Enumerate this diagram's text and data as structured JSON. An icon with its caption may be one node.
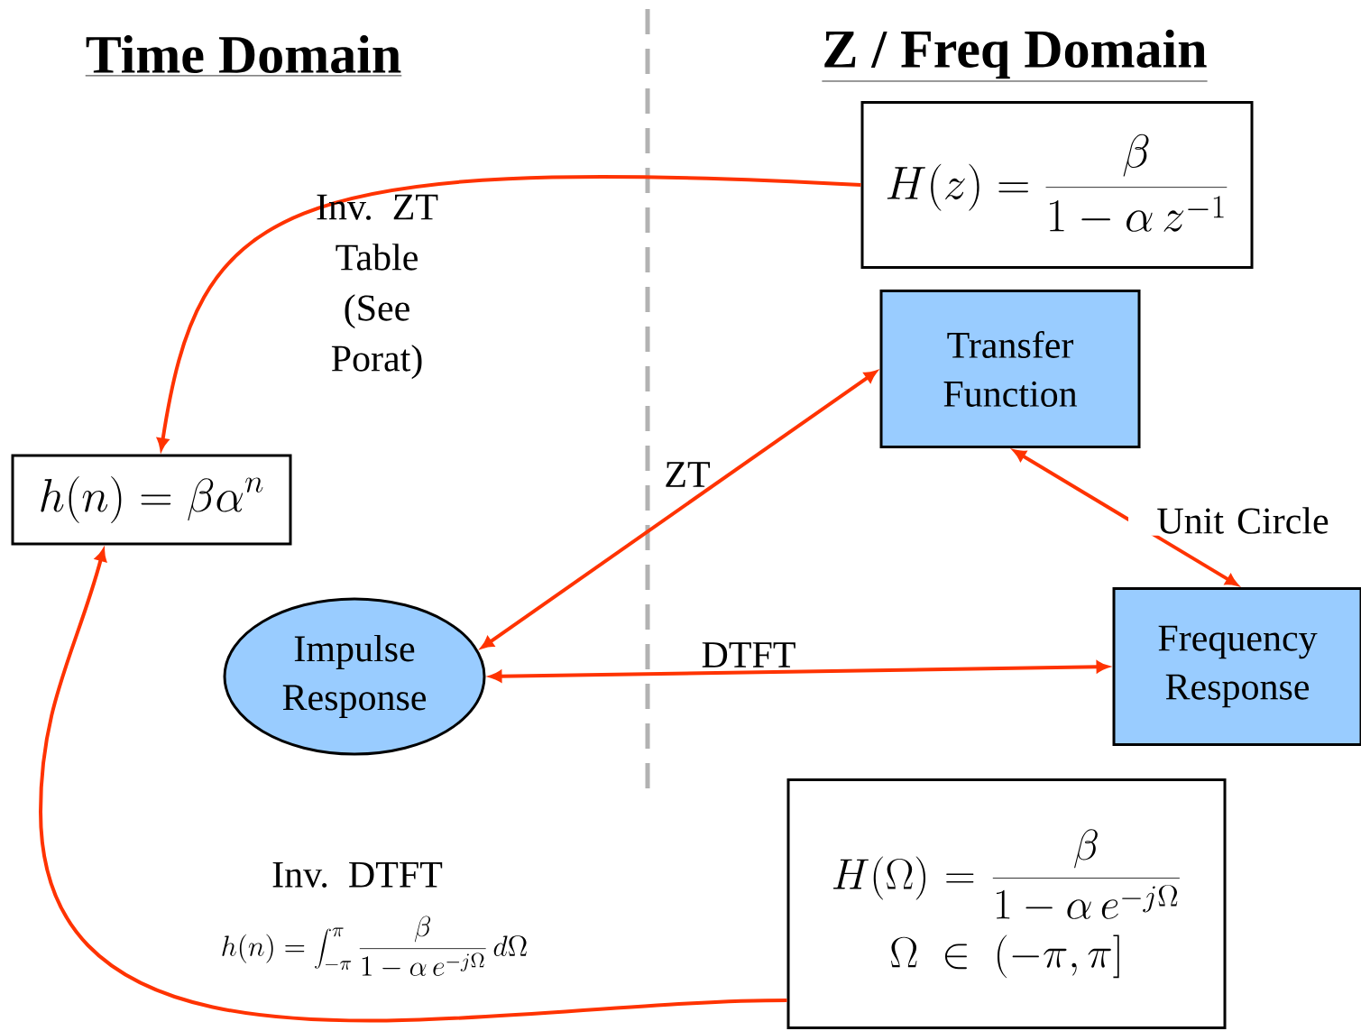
{
  "diagram": {
    "nodes": [
      {
        "text": [
          "H(z) = \\frac{\\beta}{1-\\alpha\\, z^{-1}}"
        ]
      },
      {
        "text": [
          "Transfer Function"
        ]
      },
      {
        "text": [
          "Frequency Response"
        ]
      },
      {
        "text": [
          "Impulse Response"
        ]
      },
      {
        "text": [
          "h(n) = \\beta\\alpha^{n}"
        ]
      },
      {
        "text": [
          "H(\\Omega) = \\frac{\\beta}{1-\\alpha\\, e^{-j\\Omega}}",
          "\\Omega \\in (-\\pi, \\pi]"
        ]
      }
    ],
    "edges": [
      {
        "from": 0,
        "to": 4,
        "arrow": "to",
        "label": "Inv. ZT Table (See Porat)"
      },
      {
        "from": 1,
        "to": 3,
        "arrow": "both",
        "label": "ZT"
      },
      {
        "from": 1,
        "to": 2,
        "arrow": "both",
        "label": "Unit Circle"
      },
      {
        "from": 3,
        "to": 2,
        "arrow": "both",
        "label": "DTFT"
      },
      {
        "from": 5,
        "to": 4,
        "arrow": "to",
        "label": "Inv. DTFT"
      }
    ],
    "labels": [
      "Time Domain",
      "Z / Freq Domain",
      "h(n) = \\int_{-\\pi}^{\\pi} \\frac{\\beta}{1-\\alpha\\, e^{-j\\Omega}}\\, d\\Omega"
    ]
  }
}
